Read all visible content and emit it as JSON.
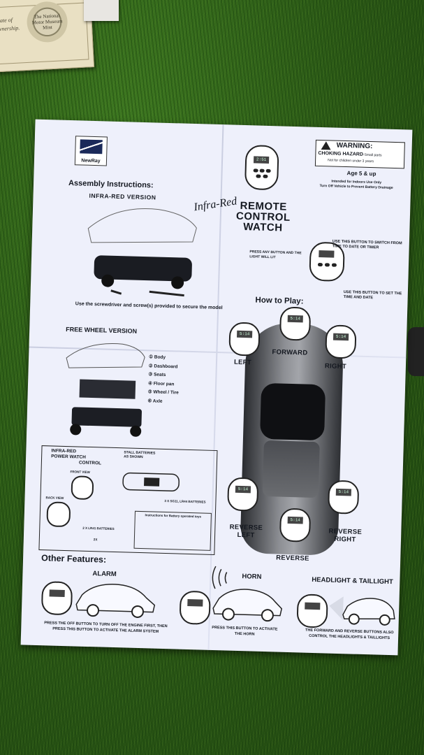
{
  "certificate": {
    "text_lines": [
      "cate of",
      "wnership."
    ],
    "seal_text": "The National Motor Museum Mint"
  },
  "instruction_sheet": {
    "brand": "NewRay",
    "warning": {
      "title": "WARNING:",
      "choking": "CHOKING HAZARD",
      "choking_sub": "-Small parts",
      "sub": "Not for children under 3 years",
      "age": "Age 5 & up",
      "indoors_line1": "Intended for Indoors Use Only",
      "indoors_line2": "Turn Off Vehicle to Prevent Battery Drainage"
    },
    "assembly_title": "Assembly Instructions:",
    "infra_red_version": "INFRA-RED VERSION",
    "screwdriver_note": "Use the screwdriver and screw(s) provided to secure the model",
    "free_wheel_version": "FREE WHEEL VERSION",
    "parts": [
      "① Body",
      "② Dashboard",
      "③ Seats",
      "④ Floor pan",
      "⑤ Wheel / Tire",
      "⑥ Axle"
    ],
    "product_script": "Infra-Red",
    "product_title_line1": "REMOTE",
    "product_title_line2": "CONTROL",
    "product_title_line3": "WATCH",
    "watch_screen": "2:51",
    "button_notes": {
      "switch": "USE THIS BUTTON TO SWITCH FROM TIME TO DATE OR TIMER",
      "light": "PRESS ANY BUTTON AND THE LIGHT WILL LIT",
      "set": "USE THIS BUTTON TO SET THE TIME AND DATE"
    },
    "how_to_play": "How to Play:",
    "directions": {
      "forward": "FORWARD",
      "left": "LEFT",
      "right": "RIGHT",
      "reverse_left_1": "REVERSE",
      "reverse_left_2": "LEFT",
      "reverse_right_1": "REVERSE",
      "reverse_right_2": "RIGHT",
      "reverse": "REVERSE"
    },
    "direction_screen": "5:14",
    "power_panel": {
      "title_line1": "INFRA-RED",
      "title_line2": "POWER WATCH",
      "title_line3": "CONTROL",
      "front_view": "FRONT VIEW",
      "back_view": "BACK VIEW",
      "stall_line1": "STALL BATTERIES",
      "stall_line2": "AS SHOWN",
      "batteries_1": "2 X LR41 BATTERIES",
      "batteries_2": "3 X SG11, LR44 BATTERIES",
      "battery_model": "2X",
      "instructions_title": "Instructions for Battery operated toys"
    },
    "other_features": "Other Features:",
    "alarm": "ALARM",
    "alarm_note": "PRESS THE OFF BUTTON TO TURN OFF THE ENGINE FIRST, THEN PRESS THIS BUTTON TO ACTIVATE THE ALARM SYSTEM",
    "horn": "HORN",
    "horn_note": "PRESS THIS BUTTON TO ACTIVATE THE HORN",
    "headlight": "HEADLIGHT & TAILLIGHT",
    "headlight_note": "THE FORWARD AND REVERSE BUTTONS ALSO CONTROL THE HEADLIGHTS & TAILLIGHTS"
  }
}
